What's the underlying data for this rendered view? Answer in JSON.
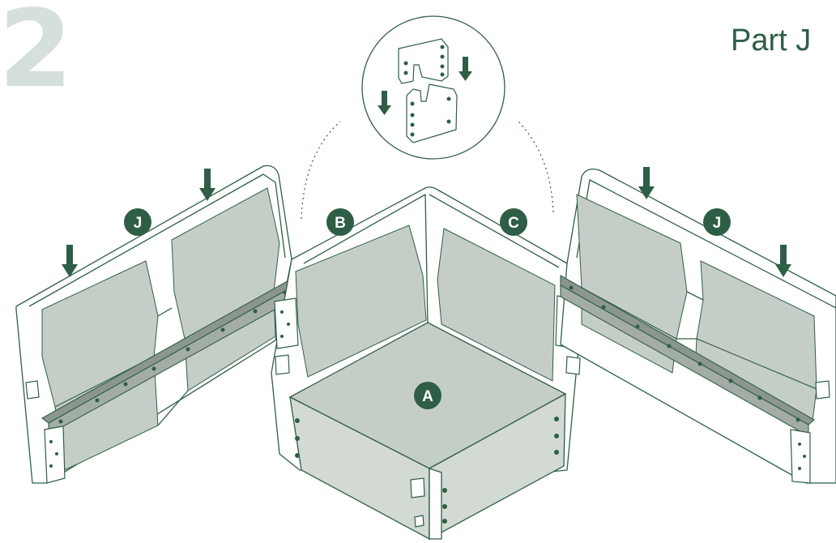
{
  "step": {
    "number": "2"
  },
  "part_title": "Part J",
  "labels": {
    "a": "A",
    "b": "B",
    "c": "C",
    "j_left": "J",
    "j_right": "J"
  },
  "colors": {
    "brand": "#2f5e46",
    "panel": "#c5cec6",
    "step_number": "#d5e0da"
  }
}
